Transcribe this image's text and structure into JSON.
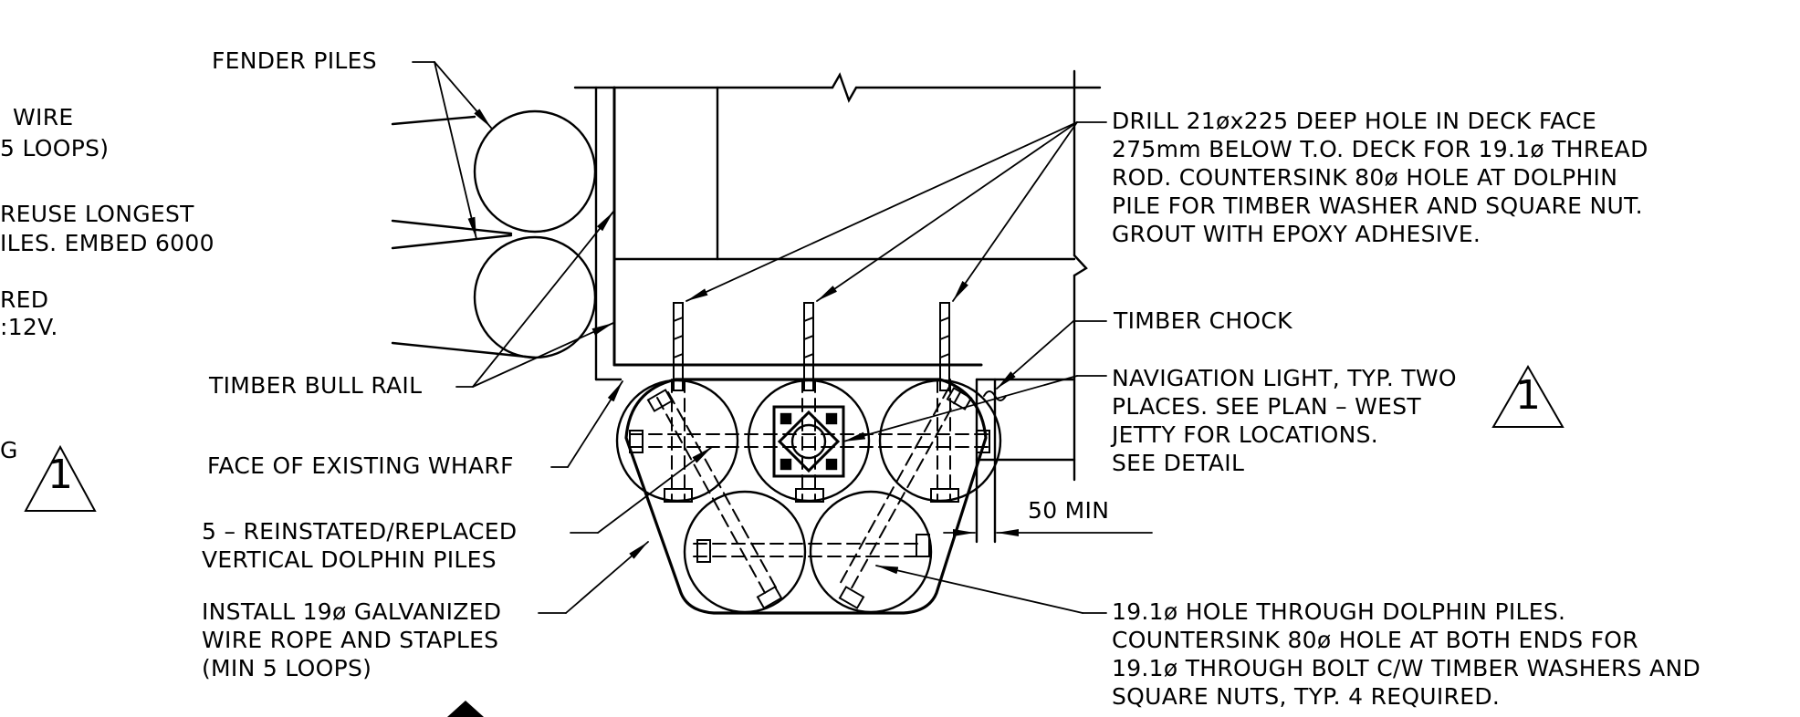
{
  "labels": {
    "fender_piles": "FENDER PILES",
    "timber_bull_rail": "TIMBER BULL RAIL",
    "face_of_existing_wharf": "FACE OF EXISTING WHARF",
    "dolphin_piles": [
      "5 – REINSTATED/REPLACED",
      "VERTICAL DOLPHIN PILES"
    ],
    "wire_rope": [
      "INSTALL 19ø GALVANIZED",
      "WIRE ROPE AND STAPLES",
      "(MIN 5 LOOPS)"
    ],
    "drill_note": [
      "DRILL 21øx225 DEEP HOLE IN DECK FACE",
      "275mm BELOW T.O. DECK FOR 19.1ø THREAD",
      "ROD. COUNTERSINK 80ø HOLE AT DOLPHIN",
      "PILE FOR TIMBER WASHER AND SQUARE NUT.",
      "GROUT WITH EPOXY ADHESIVE."
    ],
    "timber_chock": "TIMBER CHOCK",
    "navigation_light": [
      "NAVIGATION LIGHT, TYP. TWO",
      "PLACES. SEE PLAN – WEST",
      "JETTY FOR LOCATIONS.",
      "SEE DETAIL"
    ],
    "min_dimension": "50 MIN",
    "through_hole": [
      "19.1ø HOLE THROUGH DOLPHIN PILES.",
      "COUNTERSINK 80ø HOLE AT BOTH ENDS FOR",
      "19.1ø THROUGH BOLT C/W TIMBER WASHERS AND",
      "SQUARE NUTS, TYP. 4 REQUIRED."
    ],
    "cut_left": [
      "WIRE",
      "5 LOOPS)",
      "REUSE LONGEST",
      "ILES. EMBED 6000",
      "RED",
      ":12V.",
      "G"
    ]
  },
  "revision_marks": [
    "1",
    "1"
  ]
}
